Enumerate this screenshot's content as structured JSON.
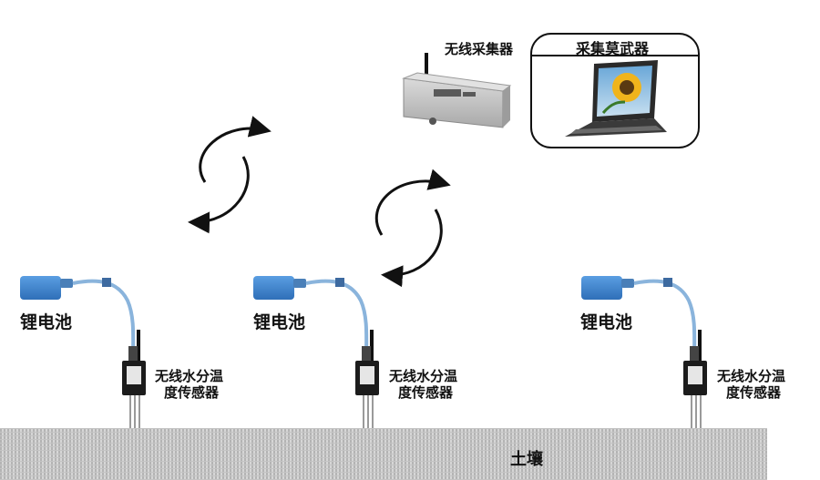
{
  "labels": {
    "battery": "锂电池",
    "sensor_line1": "无线水分温",
    "sensor_line2": "度传感器",
    "collector": "无线采集器",
    "software": "采集莫武器",
    "soil": "土壤"
  },
  "colors": {
    "battery_blue": "#3f86d4",
    "cable_blue": "#8ab4dc",
    "sensor_body": "#1c1c1c",
    "collector_gray": "#c9c9c9",
    "soil_gray": "#b9b9b9",
    "arrow": "#111111"
  },
  "icons": {
    "battery": "battery-icon",
    "sensor": "sensor-icon",
    "collector": "wireless-collector-icon",
    "laptop": "laptop-icon",
    "arrows": "wireless-signal-arrows-icon"
  }
}
